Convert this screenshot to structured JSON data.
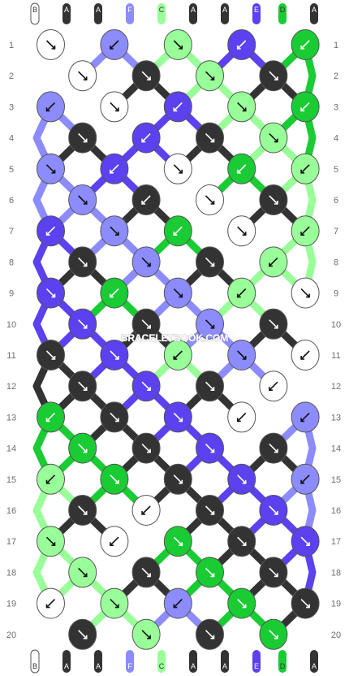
{
  "watermark": "BRACELETBOOK.COM",
  "colors": {
    "A": "#333333",
    "B": "#ffffff",
    "F": "#8c8cff",
    "C": "#99ff99",
    "E": "#5b41ef",
    "D": "#19cc33"
  },
  "top_strands": [
    "B",
    "A",
    "A",
    "F",
    "C",
    "A",
    "A",
    "E",
    "D",
    "A"
  ],
  "bottom_strands": [
    "B",
    "A",
    "A",
    "F",
    "C",
    "A",
    "A",
    "E",
    "D",
    "A"
  ],
  "row_labels": [
    "1",
    "2",
    "3",
    "4",
    "5",
    "6",
    "7",
    "8",
    "9",
    "10",
    "11",
    "12",
    "13",
    "14",
    "15",
    "16",
    "17",
    "18",
    "19",
    "20"
  ],
  "knot_rows": [
    [
      {
        "c": "B",
        "d": "r"
      },
      {
        "c": "F",
        "d": "l"
      },
      {
        "c": "C",
        "d": "r"
      },
      {
        "c": "E",
        "d": "l"
      },
      {
        "c": "D",
        "d": "l"
      }
    ],
    [
      {
        "c": "B",
        "d": "r"
      },
      {
        "c": "A",
        "d": "r"
      },
      {
        "c": "C",
        "d": "r"
      },
      {
        "c": "A",
        "d": "r"
      }
    ],
    [
      {
        "c": "F",
        "d": "l"
      },
      {
        "c": "B",
        "d": "r"
      },
      {
        "c": "E",
        "d": "l"
      },
      {
        "c": "C",
        "d": "r"
      },
      {
        "c": "D",
        "d": "l"
      }
    ],
    [
      {
        "c": "A",
        "d": "r"
      },
      {
        "c": "E",
        "d": "l"
      },
      {
        "c": "A",
        "d": "r"
      },
      {
        "c": "C",
        "d": "r"
      }
    ],
    [
      {
        "c": "F",
        "d": "r"
      },
      {
        "c": "E",
        "d": "l"
      },
      {
        "c": "B",
        "d": "r"
      },
      {
        "c": "D",
        "d": "l"
      },
      {
        "c": "C",
        "d": "l"
      }
    ],
    [
      {
        "c": "F",
        "d": "r"
      },
      {
        "c": "A",
        "d": "l"
      },
      {
        "c": "B",
        "d": "r"
      },
      {
        "c": "A",
        "d": "r"
      }
    ],
    [
      {
        "c": "E",
        "d": "l"
      },
      {
        "c": "F",
        "d": "r"
      },
      {
        "c": "D",
        "d": "l"
      },
      {
        "c": "B",
        "d": "r"
      },
      {
        "c": "C",
        "d": "l"
      }
    ],
    [
      {
        "c": "A",
        "d": "r"
      },
      {
        "c": "F",
        "d": "r"
      },
      {
        "c": "A",
        "d": "r"
      },
      {
        "c": "C",
        "d": "l"
      }
    ],
    [
      {
        "c": "E",
        "d": "r"
      },
      {
        "c": "D",
        "d": "l"
      },
      {
        "c": "F",
        "d": "r"
      },
      {
        "c": "C",
        "d": "l"
      },
      {
        "c": "B",
        "d": "r"
      }
    ],
    [
      {
        "c": "E",
        "d": "r"
      },
      {
        "c": "A",
        "d": "r"
      },
      {
        "c": "F",
        "d": "r"
      },
      {
        "c": "A",
        "d": "r"
      }
    ],
    [
      {
        "c": "A",
        "d": "r"
      },
      {
        "c": "E",
        "d": "r"
      },
      {
        "c": "C",
        "d": "l"
      },
      {
        "c": "F",
        "d": "r"
      },
      {
        "c": "B",
        "d": "l"
      }
    ],
    [
      {
        "c": "A",
        "d": "r"
      },
      {
        "c": "E",
        "d": "r"
      },
      {
        "c": "A",
        "d": "r"
      },
      {
        "c": "B",
        "d": "l"
      }
    ],
    [
      {
        "c": "D",
        "d": "l"
      },
      {
        "c": "A",
        "d": "r"
      },
      {
        "c": "E",
        "d": "r"
      },
      {
        "c": "B",
        "d": "l"
      },
      {
        "c": "F",
        "d": "l"
      }
    ],
    [
      {
        "c": "D",
        "d": "r"
      },
      {
        "c": "A",
        "d": "r"
      },
      {
        "c": "E",
        "d": "r"
      },
      {
        "c": "A",
        "d": "r"
      }
    ],
    [
      {
        "c": "C",
        "d": "l"
      },
      {
        "c": "D",
        "d": "r"
      },
      {
        "c": "A",
        "d": "r"
      },
      {
        "c": "E",
        "d": "r"
      },
      {
        "c": "F",
        "d": "l"
      }
    ],
    [
      {
        "c": "A",
        "d": "r"
      },
      {
        "c": "B",
        "d": "l"
      },
      {
        "c": "A",
        "d": "r"
      },
      {
        "c": "E",
        "d": "r"
      }
    ],
    [
      {
        "c": "C",
        "d": "r"
      },
      {
        "c": "B",
        "d": "l"
      },
      {
        "c": "D",
        "d": "r"
      },
      {
        "c": "A",
        "d": "r"
      },
      {
        "c": "E",
        "d": "r"
      }
    ],
    [
      {
        "c": "C",
        "d": "r"
      },
      {
        "c": "A",
        "d": "r"
      },
      {
        "c": "D",
        "d": "r"
      },
      {
        "c": "A",
        "d": "r"
      }
    ],
    [
      {
        "c": "B",
        "d": "l"
      },
      {
        "c": "C",
        "d": "r"
      },
      {
        "c": "F",
        "d": "l"
      },
      {
        "c": "D",
        "d": "r"
      },
      {
        "c": "A",
        "d": "r"
      }
    ],
    [
      {
        "c": "A",
        "d": "r"
      },
      {
        "c": "C",
        "d": "r"
      },
      {
        "c": "A",
        "d": "r"
      },
      {
        "c": "D",
        "d": "r"
      }
    ]
  ]
}
